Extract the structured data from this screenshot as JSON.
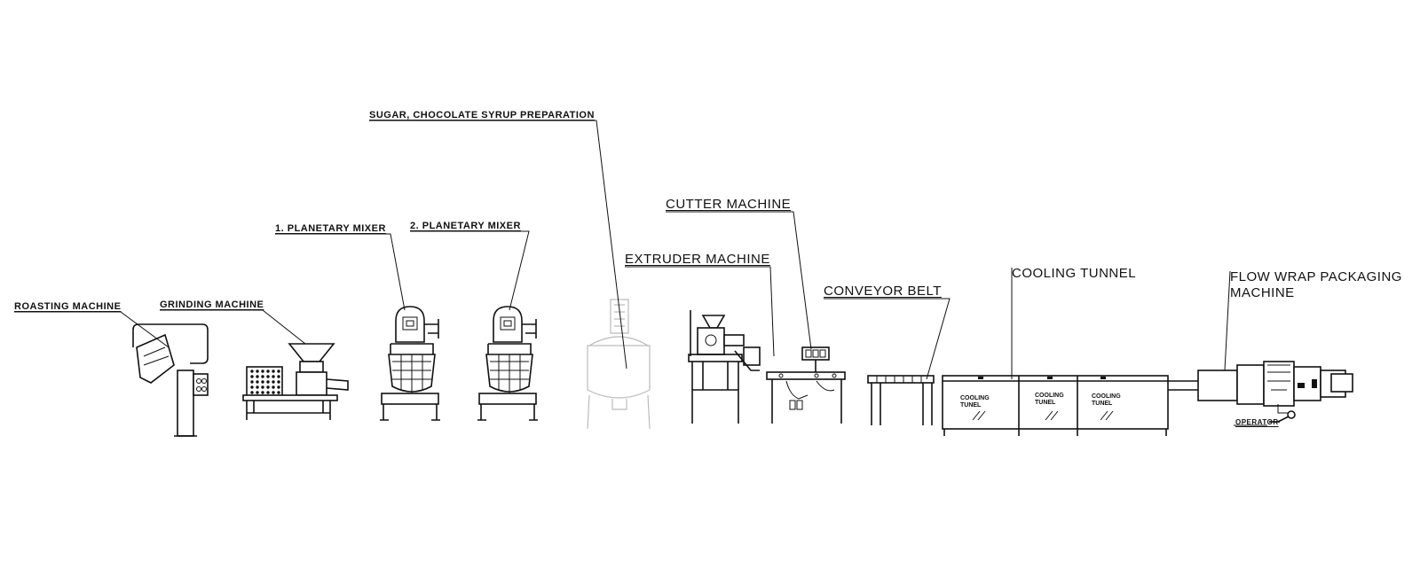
{
  "labels": {
    "roasting": "ROASTING MACHINE",
    "grinding": "GRINDING MACHINE",
    "mixer1": "1. PLANETARY MIXER",
    "mixer2": "2. PLANETARY MIXER",
    "syrup": "SUGAR, CHOCOLATE SYRUP PREPARATION",
    "cutter": "CUTTER MACHINE",
    "extruder": "EXTRUDER MACHINE",
    "conveyor": "CONVEYOR BELT",
    "cooling": "COOLING TUNNEL",
    "flowwrap_line1": "FLOW WRAP PACKAGING",
    "flowwrap_line2": "MACHINE",
    "operator": "OPERATOR"
  },
  "tunnel_sections": [
    {
      "line1": "COOLING",
      "line2": "TUNEL"
    },
    {
      "line1": "COOLING",
      "line2": "TUNEL"
    },
    {
      "line1": "COOLING",
      "line2": "TUNEL"
    }
  ]
}
